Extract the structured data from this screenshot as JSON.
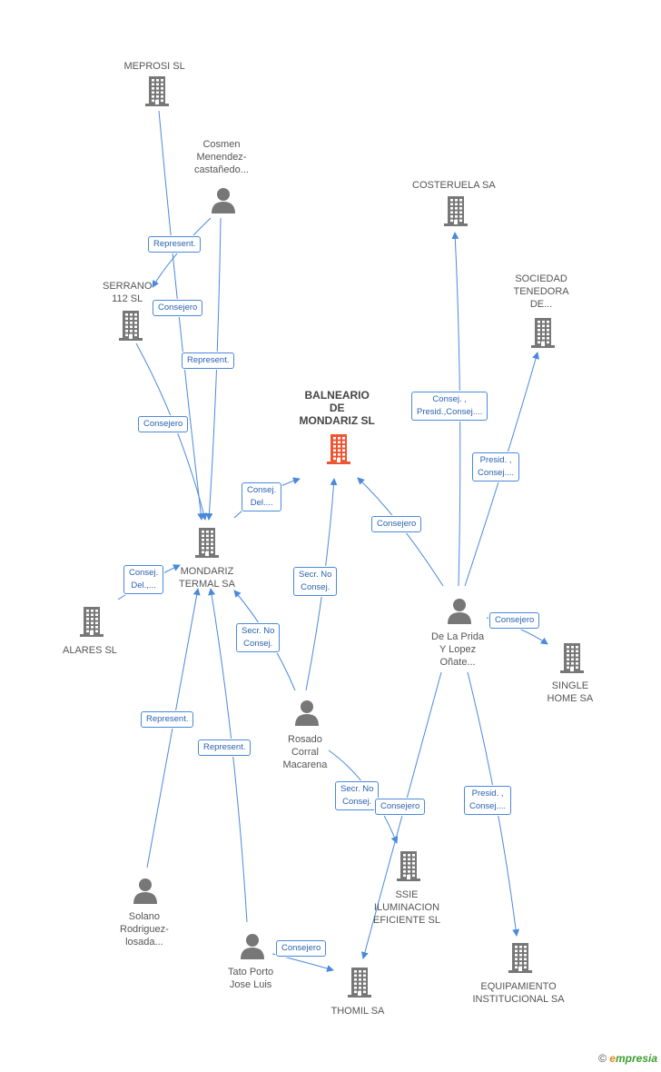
{
  "colors": {
    "edge": "#4a89dc",
    "icon_gray": "#777777",
    "icon_main": "#ee5533"
  },
  "nodes": {
    "meprosi": {
      "label": "MEPROSI SL",
      "icon": "building-icon"
    },
    "cosmen": {
      "label": [
        "Cosmen",
        "Menendez-",
        "castañedo..."
      ],
      "icon": "person-icon"
    },
    "costeruela": {
      "label": "COSTERUELA SA",
      "icon": "building-icon"
    },
    "serrano": {
      "label": [
        "SERRANO",
        "112 SL"
      ],
      "icon": "building-icon"
    },
    "sociedad": {
      "label": [
        "SOCIEDAD",
        "TENEDORA",
        "DE..."
      ],
      "icon": "building-icon"
    },
    "balneario": {
      "label": [
        "BALNEARIO",
        "DE",
        "MONDARIZ SL"
      ],
      "icon": "building-icon"
    },
    "mondariz_termal": {
      "label": [
        "MONDARIZ",
        "TERMAL SA"
      ],
      "icon": "building-icon"
    },
    "alares": {
      "label": "ALARES SL",
      "icon": "building-icon"
    },
    "delaprida": {
      "label": [
        "De La Prida",
        "Y Lopez",
        "Oñate..."
      ],
      "icon": "person-icon"
    },
    "single_home": {
      "label": [
        "SINGLE",
        "HOME SA"
      ],
      "icon": "building-icon"
    },
    "rosado": {
      "label": [
        "Rosado",
        "Corral",
        "Macarena"
      ],
      "icon": "person-icon"
    },
    "ssie": {
      "label": [
        "SSIE",
        "ILUMINACION",
        "EFICIENTE SL"
      ],
      "icon": "building-icon"
    },
    "solano": {
      "label": [
        "Solano",
        "Rodriguez-",
        "losada..."
      ],
      "icon": "person-icon"
    },
    "tato": {
      "label": [
        "Tato Porto",
        "Jose Luis"
      ],
      "icon": "person-icon"
    },
    "thomil": {
      "label": "THOMIL SA",
      "icon": "building-icon"
    },
    "equipamiento": {
      "label": [
        "EQUIPAMIENTO",
        "INSTITUCIONAL SA"
      ],
      "icon": "building-icon"
    }
  },
  "edge_labels": {
    "cosmen_serrano": [
      "Represent."
    ],
    "meprosi_mondariz": [
      "Consejero"
    ],
    "cosmen_mondariz": [
      "Represent."
    ],
    "serrano_mondariz": [
      "Consejero"
    ],
    "mondariz_balneario": [
      "Consej.",
      "Del...."
    ],
    "alares_mondariz": [
      "Consej.",
      "Del.,..."
    ],
    "delaprida_costeruela": [
      "Consej. ,",
      "Presid.,Consej...."
    ],
    "delaprida_sociedad": [
      "Presid. ,",
      "Consej...."
    ],
    "delaprida_balneario": [
      "Consejero"
    ],
    "rosado_balneario": [
      "Secr. No",
      "Consej."
    ],
    "rosado_mondariz": [
      "Secr. No",
      "Consej."
    ],
    "delaprida_single": [
      "Consejero"
    ],
    "solano_mondariz": [
      "Represent."
    ],
    "tato_mondariz": [
      "Represent."
    ],
    "rosado_ssie": [
      "Secr. No",
      "Consej."
    ],
    "delaprida_ssie": [
      "Consejero"
    ],
    "delaprida_equip": [
      "Presid. ,",
      "Consej...."
    ],
    "tato_thomil": [
      "Consejero"
    ]
  },
  "footer": {
    "copyright": "©",
    "brand_e": "e",
    "brand_rest": "mpresia"
  }
}
